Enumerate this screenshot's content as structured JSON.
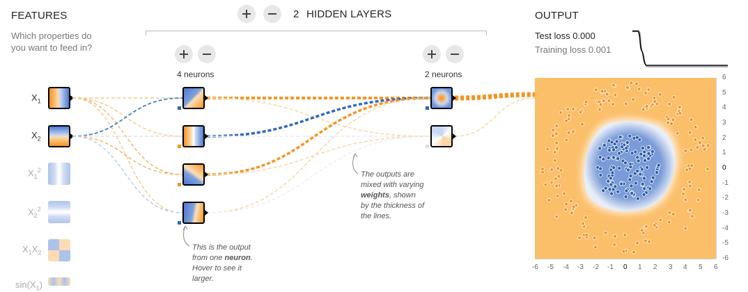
{
  "features": {
    "title": "FEATURES",
    "subtitle_line1": "Which properties do",
    "subtitle_line2": "you want to feed in?",
    "items": [
      {
        "base": "X",
        "sub": "1",
        "sup": ""
      },
      {
        "base": "X",
        "sub": "2",
        "sup": ""
      },
      {
        "base": "X",
        "sub": "1",
        "sup": "2"
      },
      {
        "base": "X",
        "sub": "2",
        "sup": "2"
      },
      {
        "base": "X",
        "sub": "1",
        "base2": "X",
        "sub2": "2"
      },
      {
        "base": "sin(X",
        "sub": "1",
        "tail": ")"
      }
    ]
  },
  "hidden": {
    "count": "2",
    "label": "HIDDEN LAYERS",
    "layers": [
      {
        "neurons_label": "4 neurons"
      },
      {
        "neurons_label": "2 neurons"
      }
    ]
  },
  "output": {
    "title": "OUTPUT",
    "test_loss_label": "Test loss",
    "test_loss_value": "0.000",
    "training_loss_label": "Training loss",
    "training_loss_value": "0.001",
    "y_ticks": [
      "6",
      "5",
      "4",
      "3",
      "2",
      "1",
      "0",
      "-1",
      "-2",
      "-3",
      "-4",
      "-5",
      "-6"
    ],
    "x_ticks": [
      "-6",
      "-5",
      "-4",
      "-3",
      "-2",
      "-1",
      "0",
      "1",
      "2",
      "3",
      "4",
      "5",
      "6"
    ]
  },
  "notes": {
    "neuron_line1": "This is the output",
    "neuron_line2a": "from one ",
    "neuron_line2b": "neuron",
    "neuron_line2c": ".",
    "neuron_line3": "Hover to see it",
    "neuron_line4": "larger.",
    "weights_line1": "The outputs are",
    "weights_line2": "mixed with varying",
    "weights_line3a": "weights",
    "weights_line3b": ", shown",
    "weights_line4": "by the thickness of",
    "weights_line5": "the lines."
  },
  "colors": {
    "orange": "#f59322",
    "blue": "#0877bd",
    "orange_bg": "#fbbf6a",
    "blue_bg": "#7a9bd8"
  }
}
